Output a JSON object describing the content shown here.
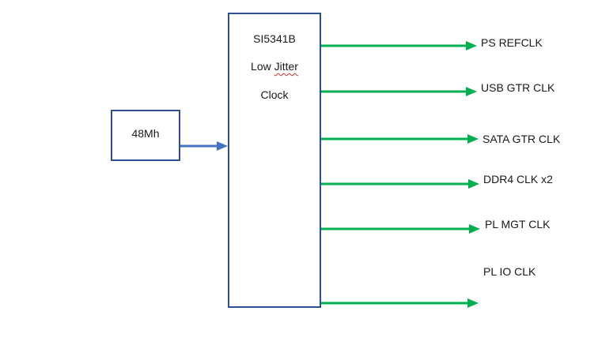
{
  "input": {
    "label": "48Mh"
  },
  "clock_chip": {
    "line1": "SI5341B",
    "line2_plain": "Low ",
    "line2_marked": "Jitter",
    "line3": "Clock"
  },
  "outputs": [
    {
      "label": "PS REFCLK"
    },
    {
      "label": "USB GTR CLK"
    },
    {
      "label": "SATA GTR CLK"
    },
    {
      "label": "DDR4 CLK x2"
    },
    {
      "label": "PL MGT CLK"
    },
    {
      "label": "PL IO CLK"
    }
  ],
  "colors": {
    "box_border": "#2f4f8f",
    "input_arrow": "#4472c4",
    "output_arrow": "#00b050",
    "text": "#1a1a1a"
  }
}
